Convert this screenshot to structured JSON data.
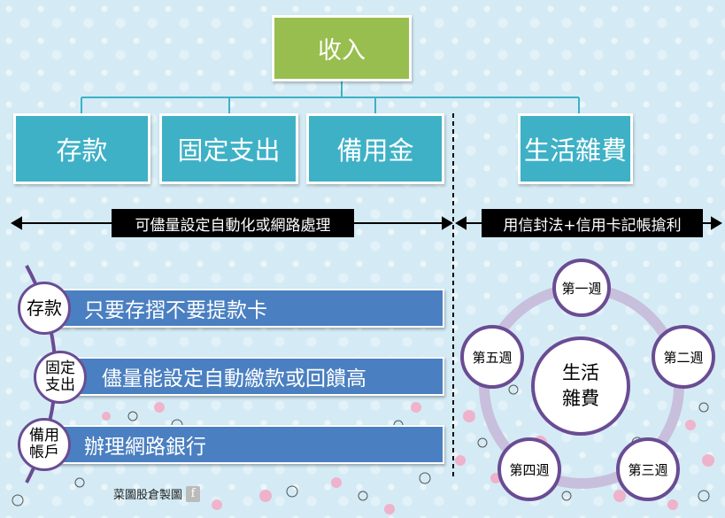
{
  "top": {
    "title": "收入"
  },
  "categories": [
    {
      "label": "存款"
    },
    {
      "label": "固定支出"
    },
    {
      "label": "備用金"
    },
    {
      "label": "生活雜費"
    }
  ],
  "arrows": {
    "left_label": "可儘量設定自動化或網路處理",
    "right_label": "用信封法+信用卡記帳搶利"
  },
  "rows": [
    {
      "tag": "存款",
      "text": "只要存摺不要提款卡"
    },
    {
      "tag_line1": "固定",
      "tag_line2": "支出",
      "text": "儘量能設定自動繳款或回饋高"
    },
    {
      "tag_line1": "備用",
      "tag_line2": "帳戶",
      "text": "辦理網路銀行"
    }
  ],
  "cycle": {
    "center_line1": "生活",
    "center_line2": "雜費",
    "weeks": [
      "第一週",
      "第二週",
      "第三週",
      "第四週",
      "第五週"
    ]
  },
  "credit": {
    "text": "菜圖股倉製圖"
  },
  "colors": {
    "green": "#97be4e",
    "teal": "#3eb1c6",
    "blue": "#4a7fc1",
    "purple": "#6a4c93"
  }
}
